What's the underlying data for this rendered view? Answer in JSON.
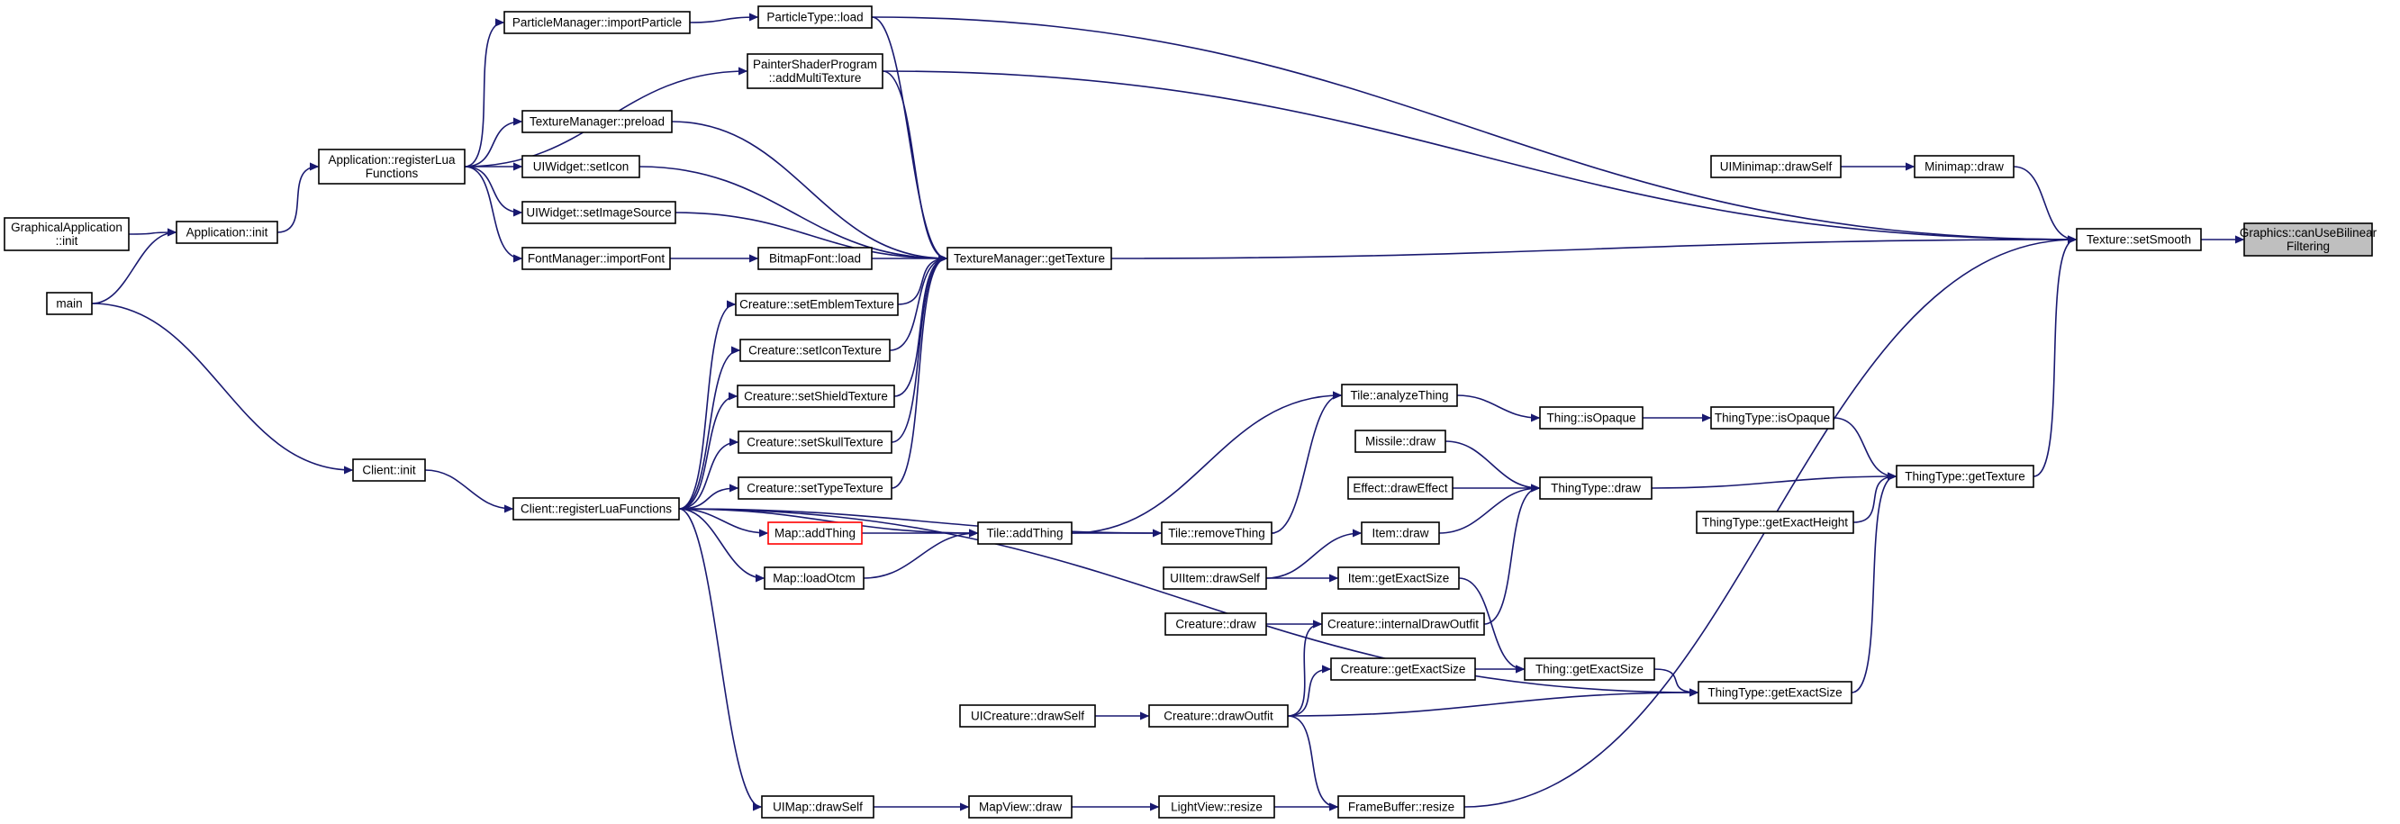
{
  "diagram": {
    "title": "",
    "colors": {
      "edge": "#191970",
      "node_border": "#000000",
      "root_fill": "#bfbfbf",
      "highlight_border": "#ff0000",
      "background": "#ffffff"
    },
    "nodes": {
      "graphics_canusebilinear": {
        "lines": [
          "Graphics::canUseBilinear",
          "Filtering"
        ]
      },
      "texture_setsmooth": {
        "lines": [
          "Texture::setSmooth"
        ]
      },
      "particletype_load": {
        "lines": [
          "ParticleType::load"
        ]
      },
      "particlemanager_importparticle": {
        "lines": [
          "ParticleManager::importParticle"
        ]
      },
      "paintershader_addmultitexture": {
        "lines": [
          "PainterShaderProgram",
          "::addMultiTexture"
        ]
      },
      "texturemanager_preload": {
        "lines": [
          "TextureManager::preload"
        ]
      },
      "uiwidget_seticon": {
        "lines": [
          "UIWidget::setIcon"
        ]
      },
      "uiwidget_setimagesource": {
        "lines": [
          "UIWidget::setImageSource"
        ]
      },
      "fontmanager_importfont": {
        "lines": [
          "FontManager::importFont"
        ]
      },
      "bitmapfont_load": {
        "lines": [
          "BitmapFont::load"
        ]
      },
      "texturemanager_gettexture": {
        "lines": [
          "TextureManager::getTexture"
        ]
      },
      "application_registerlua": {
        "lines": [
          "Application::registerLua",
          "Functions"
        ]
      },
      "application_init": {
        "lines": [
          "Application::init"
        ]
      },
      "graphicalapplication_init": {
        "lines": [
          "GraphicalApplication",
          "::init"
        ]
      },
      "main": {
        "lines": [
          "main"
        ]
      },
      "client_init": {
        "lines": [
          "Client::init"
        ]
      },
      "client_registerluafunctions": {
        "lines": [
          "Client::registerLuaFunctions"
        ]
      },
      "creature_setemblemtexture": {
        "lines": [
          "Creature::setEmblemTexture"
        ]
      },
      "creature_seticontexture": {
        "lines": [
          "Creature::setIconTexture"
        ]
      },
      "creature_setshieldtexture": {
        "lines": [
          "Creature::setShieldTexture"
        ]
      },
      "creature_setskulltexture": {
        "lines": [
          "Creature::setSkullTexture"
        ]
      },
      "creature_settypetexture": {
        "lines": [
          "Creature::setTypeTexture"
        ]
      },
      "map_addthing": {
        "lines": [
          "Map::addThing"
        ]
      },
      "map_loadotcm": {
        "lines": [
          "Map::loadOtcm"
        ]
      },
      "tile_addthing": {
        "lines": [
          "Tile::addThing"
        ]
      },
      "tile_removething": {
        "lines": [
          "Tile::removeThing"
        ]
      },
      "tile_analyzething": {
        "lines": [
          "Tile::analyzeThing"
        ]
      },
      "thing_isopaque": {
        "lines": [
          "Thing::isOpaque"
        ]
      },
      "thingtype_isopaque": {
        "lines": [
          "ThingType::isOpaque"
        ]
      },
      "missile_draw": {
        "lines": [
          "Missile::draw"
        ]
      },
      "effect_draweffect": {
        "lines": [
          "Effect::drawEffect"
        ]
      },
      "thingtype_draw": {
        "lines": [
          "ThingType::draw"
        ]
      },
      "thingtype_gettexture": {
        "lines": [
          "ThingType::getTexture"
        ]
      },
      "thingtype_getexactheight": {
        "lines": [
          "ThingType::getExactHeight"
        ]
      },
      "uiminimap_drawself": {
        "lines": [
          "UIMinimap::drawSelf"
        ]
      },
      "minimap_draw": {
        "lines": [
          "Minimap::draw"
        ]
      },
      "item_draw": {
        "lines": [
          "Item::draw"
        ]
      },
      "uiitem_drawself": {
        "lines": [
          "UIItem::drawSelf"
        ]
      },
      "item_getexactsize": {
        "lines": [
          "Item::getExactSize"
        ]
      },
      "creature_draw": {
        "lines": [
          "Creature::draw"
        ]
      },
      "creature_internaldrawoutfit": {
        "lines": [
          "Creature::internalDrawOutfit"
        ]
      },
      "creature_getexactsize": {
        "lines": [
          "Creature::getExactSize"
        ]
      },
      "thing_getexactsize": {
        "lines": [
          "Thing::getExactSize"
        ]
      },
      "thingtype_getexactsize": {
        "lines": [
          "ThingType::getExactSize"
        ]
      },
      "uicreature_drawself": {
        "lines": [
          "UICreature::drawSelf"
        ]
      },
      "creature_drawoutfit": {
        "lines": [
          "Creature::drawOutfit"
        ]
      },
      "uimap_drawself": {
        "lines": [
          "UIMap::drawSelf"
        ]
      },
      "mapview_draw": {
        "lines": [
          "MapView::draw"
        ]
      },
      "lightview_resize": {
        "lines": [
          "LightView::resize"
        ]
      },
      "framebuffer_resize": {
        "lines": [
          "FrameBuffer::resize"
        ]
      }
    }
  }
}
